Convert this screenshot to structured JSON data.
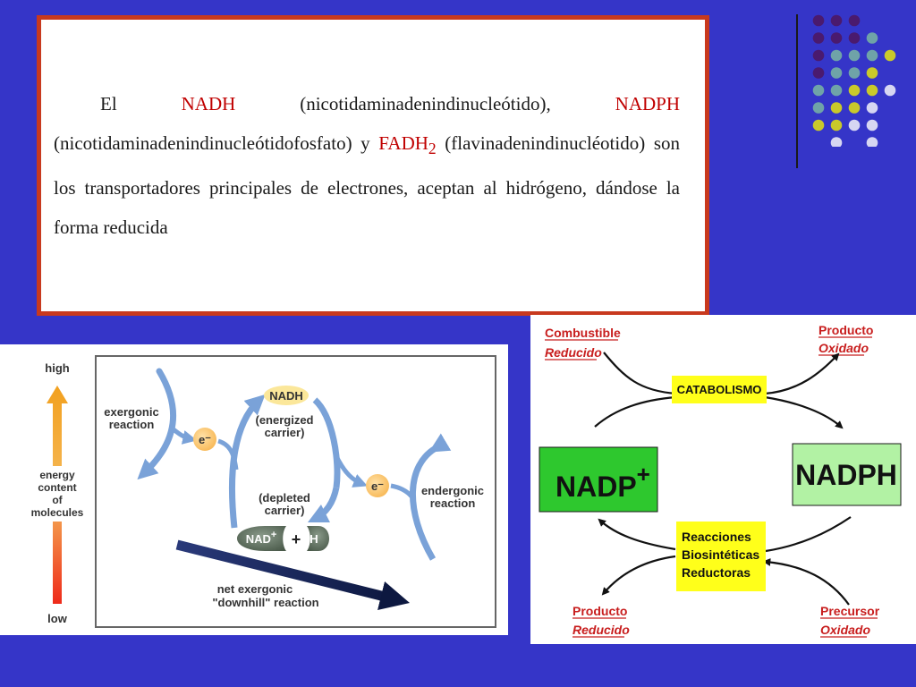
{
  "paragraph": {
    "p1": "El ",
    "nadh": "NADH",
    "p2": " (nicotidaminadenindinucleótido), ",
    "nadph": "NADPH",
    "p3": " (nicotidaminadenindinucleótidofosfato) y ",
    "fadh": "FADH",
    "fadh_sub": "2",
    "p4": " (flavinadenindinucléotido) son los transportadores principales de electrones, aceptan al hidrógeno, dándose la forma reducida"
  },
  "energy_diagram": {
    "axis": {
      "high": "high",
      "low": "low",
      "label": [
        "energy",
        "content",
        "of",
        "molecules"
      ]
    },
    "exergonic": [
      "exergonic",
      "reaction"
    ],
    "endergonic": [
      "endergonic",
      "reaction"
    ],
    "electron": "e⁻",
    "nadh": "NADH",
    "energized": [
      "(energized",
      "carrier)"
    ],
    "depleted": [
      "(depleted",
      "carrier)"
    ],
    "nad": "NAD",
    "nad_sup": "+",
    "plus": "+",
    "h": "H",
    "net": [
      "net exergonic",
      "\"downhill\" reaction"
    ]
  },
  "catabolism_diagram": {
    "combustible": "Combustible",
    "reducido_top": "Reducido",
    "producto_top": "Producto",
    "oxidado_top": "Oxidado",
    "catabolismo": "CATABOLISMO",
    "nadp": "NADP",
    "nadp_sup": "+",
    "nadph": "NADPH",
    "reacciones": [
      "Reacciones",
      "Biosintéticas",
      "Reductoras"
    ],
    "producto_bottom": "Producto",
    "reducido_bottom": "Reducido",
    "precursor": "Precursor",
    "oxidado_bottom": "Oxidado"
  },
  "colors": {
    "background": "#3535c8",
    "border": "#c8391e",
    "highlight": "#c00000",
    "dot_purple": "#4a1a6e",
    "dot_teal": "#6fa3a8",
    "dot_yellow": "#c9c92a",
    "dot_lavender": "#d6d6f2",
    "nadp_green": "#2ec82e",
    "nadph_green": "#b2f2a4",
    "box_yellow": "#ffff1a"
  }
}
